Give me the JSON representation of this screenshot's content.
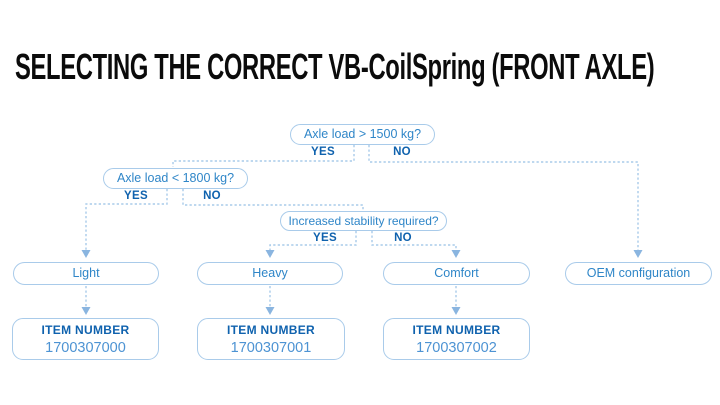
{
  "title": "SELECTING THE CORRECT VB-CoilSpring (FRONT AXLE)",
  "colors": {
    "accent_blue": "#2f86c8",
    "dark_blue": "#0f62ae",
    "light_blue_border": "#a9cbea",
    "item_value_blue": "#4d93d3",
    "title_black": "#0b0b0b"
  },
  "flowchart": {
    "decisions": [
      {
        "question": "Axle load > 1500 kg?",
        "yes_label": "YES",
        "no_label": "NO",
        "yes_target": "Axle load < 1800 kg?",
        "no_target": "OEM configuration"
      },
      {
        "question": "Axle load < 1800 kg?",
        "yes_label": "YES",
        "no_label": "NO",
        "yes_target": "Light",
        "no_target": "Increased stability required?"
      },
      {
        "question": "Increased stability required?",
        "yes_label": "YES",
        "no_label": "NO",
        "yes_target": "Heavy",
        "no_target": "Comfort"
      }
    ],
    "outcomes": [
      {
        "label": "Light",
        "item_label": "ITEM NUMBER",
        "item_number": "1700307000"
      },
      {
        "label": "Heavy",
        "item_label": "ITEM NUMBER",
        "item_number": "1700307001"
      },
      {
        "label": "Comfort",
        "item_label": "ITEM NUMBER",
        "item_number": "1700307002"
      },
      {
        "label": "OEM configuration"
      }
    ]
  }
}
